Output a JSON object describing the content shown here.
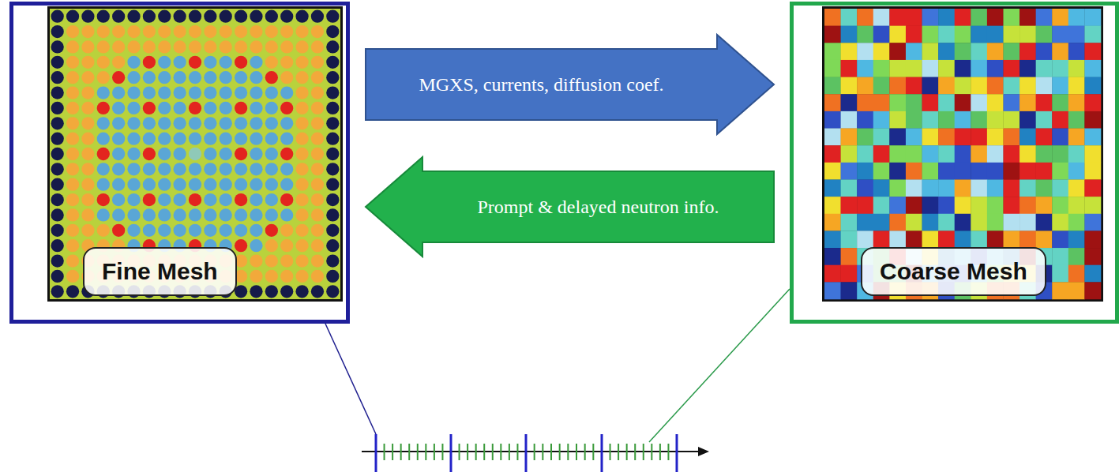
{
  "diagram": {
    "nodes": [
      {
        "text": [
          "Fine Mesh"
        ]
      },
      {
        "text": [
          "Coarse Mesh"
        ]
      }
    ],
    "edges": [
      {
        "from": 0,
        "to": 1,
        "arrow": "to",
        "label": "MGXS, currents, diffusion coef."
      },
      {
        "from": 1,
        "to": 0,
        "arrow": "to",
        "label": "Prompt & delayed neutron info."
      }
    ]
  }
}
